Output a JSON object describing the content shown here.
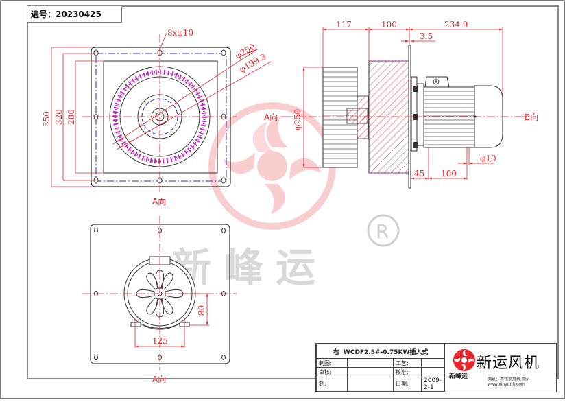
{
  "header": {
    "drawing_number_label": "遍号：",
    "drawing_number": "20230425"
  },
  "front_view": {
    "holes_label": "8xφ10",
    "dim_outer_dia": "φ250",
    "dim_inner_dia": "φ199.3",
    "dim_350": "350",
    "dim_320": "320",
    "dim_280": "280",
    "view_label": "A向"
  },
  "side_view": {
    "dim_117": "117",
    "dim_100_top": "100",
    "dim_234_9": "234.9",
    "dim_3_5": "3.5",
    "dim_dia250": "φ250",
    "dim_45": "45",
    "dim_100_bottom": "100",
    "dim_dia10": "φ10",
    "label_a": "A向",
    "label_b": "B向"
  },
  "motor_view": {
    "dim_125": "125",
    "dim_80": "80",
    "view_label": "A向"
  },
  "watermark": {
    "text": "新峰运",
    "registered": "®",
    "color": "#e8232a"
  },
  "title_block": {
    "title_prefix": "右",
    "model": "WCDF2.5#-0.75KW插入式",
    "rows": [
      {
        "label": "制图:",
        "label2": "工艺:"
      },
      {
        "label": "审核:",
        "label2": "核准:"
      },
      {
        "label": "制:",
        "date_label": "日期:",
        "date": "2009-2-1"
      }
    ],
    "brand_mini": "新峰运",
    "brand_name": "新运风机",
    "brand_web_line": "网址：不锈钢风机,网址",
    "brand_url": "www.xinyunfj.com"
  },
  "colors": {
    "dimension": "#e8232a",
    "centerline_blue": "#2b2bd8",
    "blade_magenta": "#d21ed2",
    "outline": "#333333"
  }
}
